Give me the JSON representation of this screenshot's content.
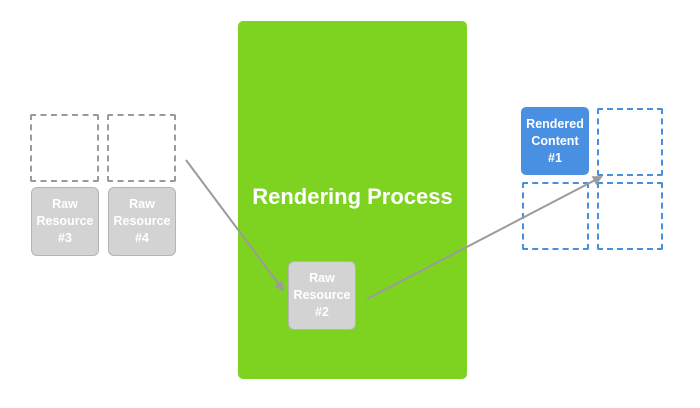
{
  "left_group": {
    "resource_3": {
      "line1": "Raw",
      "line2": "Resource",
      "line3": "#3"
    },
    "resource_4": {
      "line1": "Raw",
      "line2": "Resource",
      "line3": "#4"
    }
  },
  "process": {
    "title": "Rendering Process",
    "resource_2": {
      "line1": "Raw",
      "line2": "Resource",
      "line3": "#2"
    }
  },
  "right_group": {
    "content_1": {
      "line1": "Rendered",
      "line2": "Content",
      "line3": "#1"
    }
  },
  "colors": {
    "process": "#7ed321",
    "rendered": "#4a90e2",
    "raw": "#d3d3d3",
    "arrow": "#9b9b9b",
    "slot_empty": "#9a9a9a",
    "slot_target": "#4a8fdb"
  }
}
